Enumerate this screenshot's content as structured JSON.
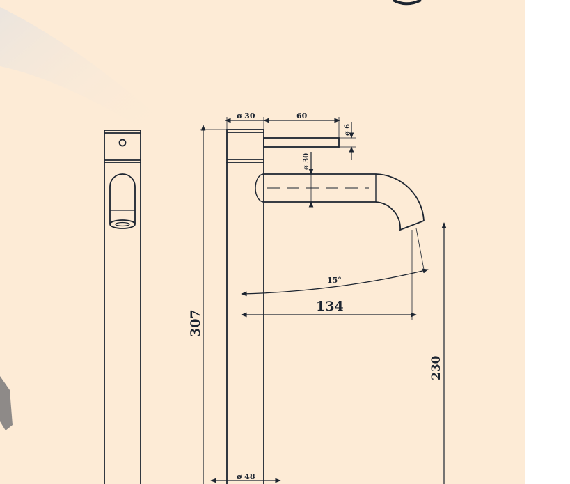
{
  "colors": {
    "sheet_background": "#fdebd6",
    "page_background": "#ffffff",
    "line_ink": "#1c2430",
    "photo_shadow": "#d6d0ca"
  },
  "dimensions": {
    "total_height": "307",
    "spout_height": "230",
    "spout_reach": "134",
    "spout_angle": "15°",
    "handle_length": "60",
    "handle_diameter": "ø 6",
    "body_top_diameter": "ø 30",
    "spout_diameter": "ø 30",
    "base_diameter": "ø 48"
  },
  "views": {
    "front_view": "faucet-front-view",
    "side_view": "faucet-side-view"
  }
}
